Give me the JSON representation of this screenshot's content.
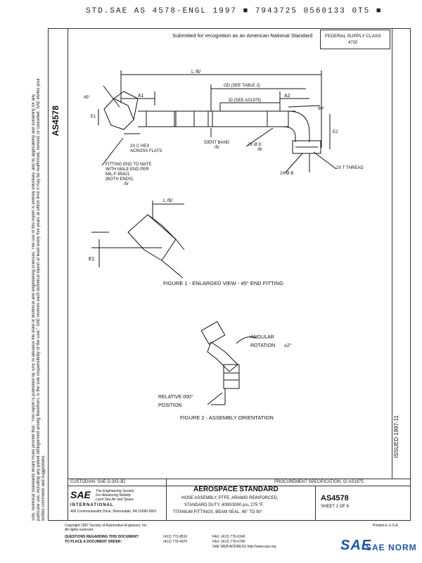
{
  "header": {
    "stamp": "STD.SAE AS 4578-ENGL 1997 ■ 7943725 0560133 0T5 ■",
    "submitted": "Submitted for recognition as an American National Standard",
    "federal_supply_class_label": "FEDERAL SUPPLY CLASS",
    "federal_supply_class_value": "4720"
  },
  "sidebar": {
    "doc_code": "AS4578",
    "policy_text": "SAE Technical Standards Board Rules provide that: \"This report is published by SAE to advance the state of technical and engineering sciences. The use of this report is entirely voluntary, and its applicability and suitability for any particular use, including any patent infringement arising therefrom, is the sole responsibility of the user.\" SAE reviews each technical report at least every five years at which time it may be reaffirmed, revised, or cancelled. SAE invites your written comments and suggestions."
  },
  "drawing": {
    "labels": {
      "L": "L /6/",
      "A1": "A1",
      "A2": "A2",
      "OD": "OD (SEE TABLE 2)",
      "ID": "ID (SEE AS1975)",
      "angle45": "45°",
      "angle90": "90°",
      "E1": "E1",
      "E2": "E2",
      "hex": "2X C HEX",
      "hex2": "ACROSS FLATS",
      "ident1": "IDENT BAND",
      "ident2": "/5/",
      "phiD": "2X  Ø D",
      "phiD2": "/8/",
      "phiB": "2X  Ø B",
      "thread": "2X  T THREAD",
      "fitting1": "FITTING END TO MATE",
      "fitting2": "WITH MALE END PER",
      "fitting3": "MIL-F-85421",
      "fitting4": "(BOTH ENDS)",
      "fitting5": "/9/",
      "enlarged_L": "L /6/",
      "enlarged_E1": "E1",
      "angular1": "ANGULAR",
      "angular2": "ROTATION",
      "angular3": "±2°",
      "relative1": "RELATIVE 000°",
      "relative2": "POSITION"
    },
    "figure1": "FIGURE 1 - ENLARGED VIEW - 45° END FITTING",
    "figure2": "FIGURE 2 - ASSEMBLY ORIENTATION"
  },
  "footer": {
    "custodian": "CUSTODIAN:  SAE G-3/G-3D",
    "procurement": "PROCUREMENT SPECIFICATION: /2/ AS1975",
    "aerospace_standard": "AEROSPACE STANDARD",
    "title1": "HOSE ASSEMBLY, PTFE, ARAMID REINFORCED,",
    "title2": "STANDARD DUTY, 4000/3000 psi, 275 °F,",
    "title3": "TITANIUM FITTINGS, BEAM SEAL, 45° TO 90°",
    "doc_code": "AS4578",
    "sheet": "SHEET 1 OF 6",
    "issued": "ISSUED 1997-11",
    "sae_logo": "SAE",
    "sae_tagline1": "The Engineering Society",
    "sae_tagline2": "For Advancing Mobility",
    "sae_tagline3": "Land Sea Air and Space",
    "sae_international": "INTERNATIONAL",
    "sae_address": "400 Commonwealth Drive, Warrendale, PA 15096-0001",
    "copyright": "Copyright 1997 Society of Automotive Engineers, Inc.",
    "rights": "All rights reserved.",
    "printed": "Printed in U.S.A.",
    "questions": "QUESTIONS REGARDING THIS DOCUMENT:",
    "place_order": "TO PLACE A DOCUMENT ORDER:",
    "phone1": "(412) 772-8510",
    "phone2": "(412) 776-4970",
    "fax1": "FAX: (412) 776-0243",
    "fax2": "FAX: (412) 776-0790",
    "web": "SAE WEB ADDRESS http://www.sae.org"
  },
  "watermark": {
    "brand": "SAE",
    "text": "SAE NORM",
    "accent": "#1a57a8"
  }
}
